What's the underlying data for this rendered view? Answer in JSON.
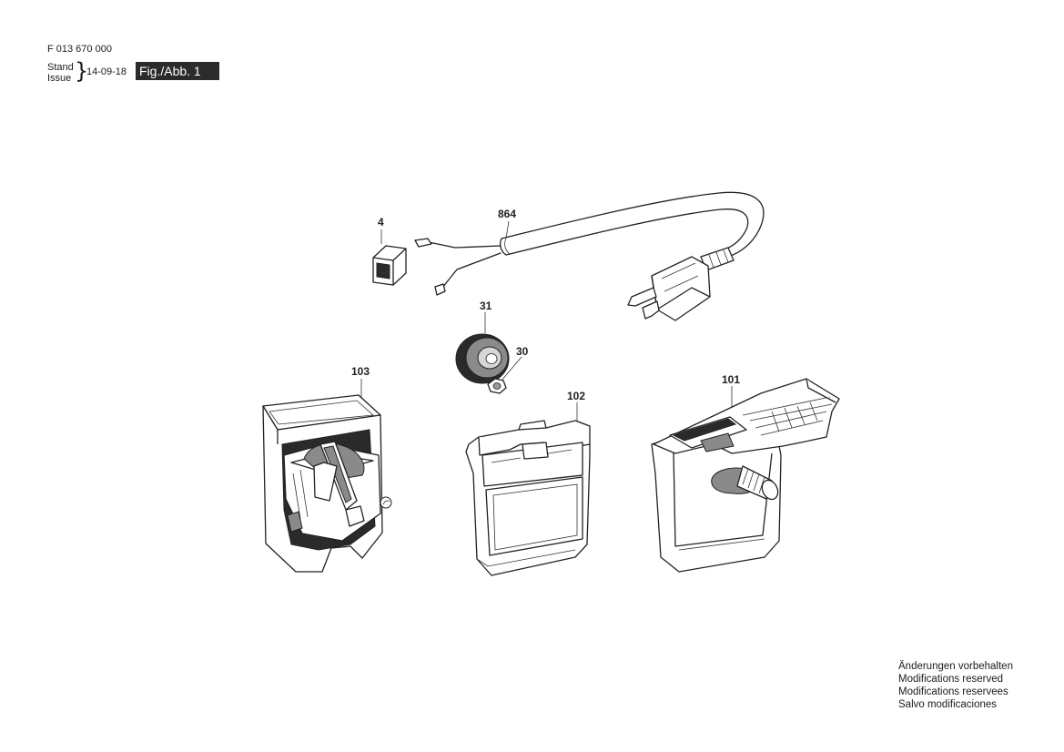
{
  "header": {
    "part_number": "F 013 670 000",
    "stand_label": "Stand",
    "issue_label": "Issue",
    "date": "14-09-18",
    "figure_label": "Fig./Abb. 1"
  },
  "notice": {
    "line_de": "Änderungen vorbehalten",
    "line_en": "Modifications reserved",
    "line_fr": "Modifications reservees",
    "line_es": "Salvo modificaciones"
  },
  "callouts": {
    "switch": "4",
    "cord": "864",
    "grommet": "31",
    "nut": "30",
    "housing_103": "103",
    "housing_102": "102",
    "housing_101": "101"
  }
}
